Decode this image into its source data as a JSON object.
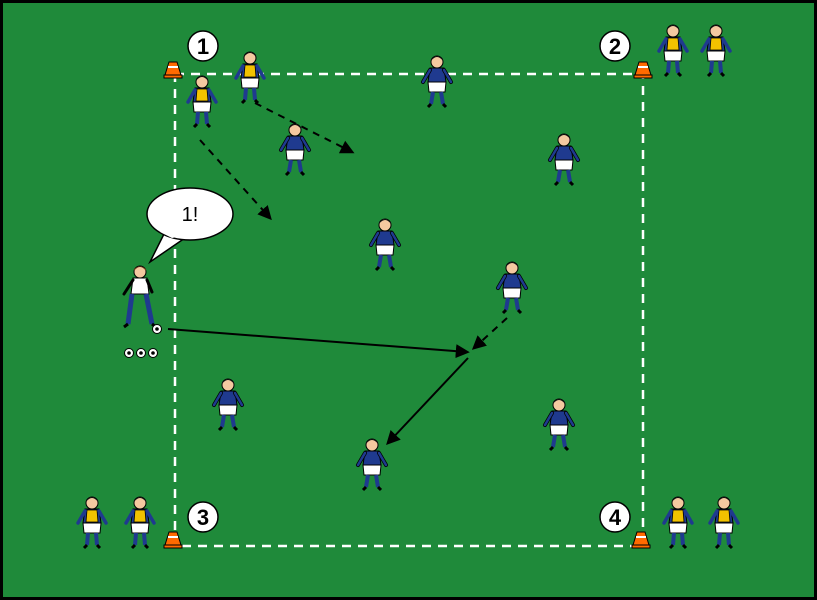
{
  "pitch": {
    "background_color": "#1f8a3a",
    "border_color": "#000000",
    "line_color": "#ffffff"
  },
  "corners": [
    {
      "label": "1"
    },
    {
      "label": "2"
    },
    {
      "label": "3"
    },
    {
      "label": "4"
    }
  ],
  "coach": {
    "speech": "1!"
  },
  "colors": {
    "blue_team": "#1f3a8f",
    "yellow_bib": "#f2c200",
    "shorts": "#ffffff",
    "cone_orange": "#ff6a00"
  },
  "icons": [
    "cone-icon",
    "soccer-ball-icon",
    "player-icon",
    "coach-icon",
    "speech-bubble-icon",
    "arrow-icon"
  ]
}
